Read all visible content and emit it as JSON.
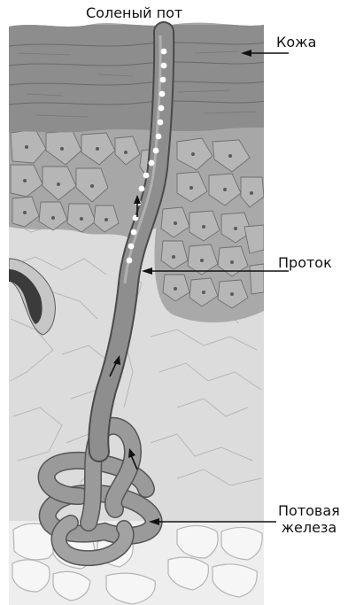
{
  "title": "Соленый пот",
  "labels": {
    "skin": "Кожа",
    "duct": "Проток",
    "gland_line1": "Потовая",
    "gland_line2": "железа"
  },
  "colors": {
    "skin_surface": "#8d8d8d",
    "epidermis": "#a7a7a7",
    "dermis": "#dcdcdc",
    "fat": "#eeeeee",
    "duct": "#8e8e8e",
    "outline": "#555555"
  }
}
